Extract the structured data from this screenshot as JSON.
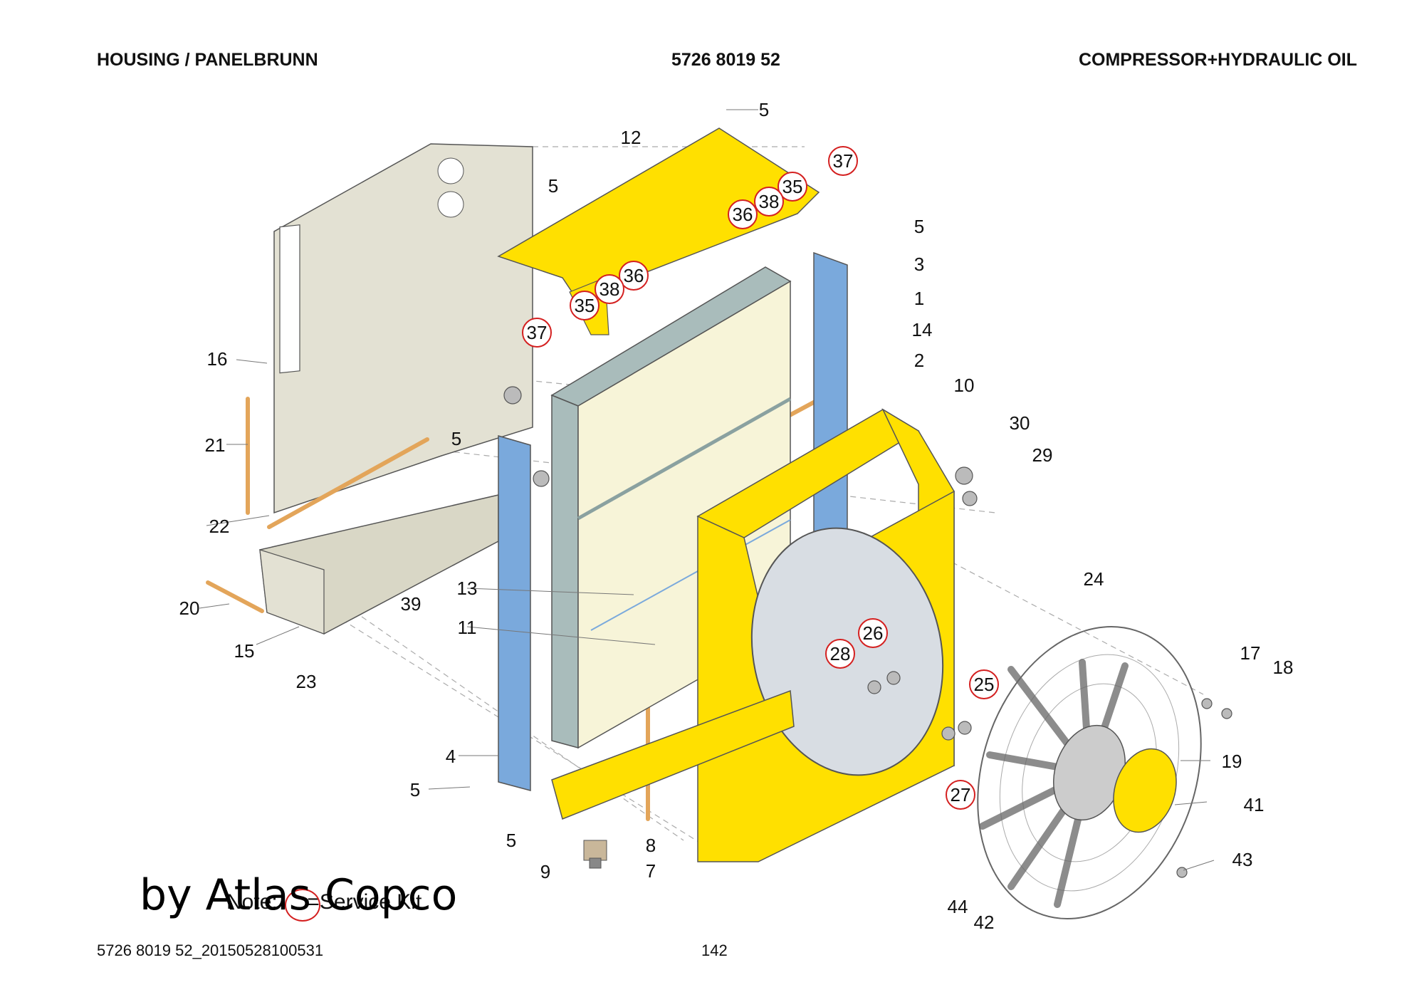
{
  "header": {
    "left": "HOUSING / PANELBRUNN",
    "center": "5726 8019 52",
    "right": "COMPRESSOR+HYDRAULIC OIL"
  },
  "footer": {
    "doc_ref": "5726 8019 52_20150528100531",
    "page_number": "142"
  },
  "note": {
    "text": "Note:     =Service Kit",
    "watermark": "by Atlas Copco"
  },
  "callouts": {
    "c5_top": "5",
    "c12": "12",
    "c37_top": "37",
    "c35_top": "35",
    "c38_top": "38",
    "c36_top": "36",
    "c5_a": "5",
    "c5_b": "5",
    "c3": "3",
    "c1": "1",
    "c14": "14",
    "c2": "2",
    "c36_mid": "36",
    "c38_mid": "38",
    "c35_mid": "35",
    "c37_mid": "37",
    "c16": "16",
    "c21": "21",
    "c5_c": "5",
    "c22": "22",
    "c20": "20",
    "c39": "39",
    "c13": "13",
    "c11": "11",
    "c15": "15",
    "c23": "23",
    "c4": "4",
    "c5_d": "5",
    "c5_e": "5",
    "c9": "9",
    "c7": "7",
    "c8": "8",
    "c10": "10",
    "c30": "30",
    "c29": "29",
    "c24": "24",
    "c26": "26",
    "c28": "28",
    "c25": "25",
    "c27": "27",
    "c17": "17",
    "c18": "18",
    "c19": "19",
    "c41": "41",
    "c43": "43",
    "c44": "44",
    "c42": "42"
  },
  "colors": {
    "housing_yellow": "#ffe000",
    "panel_grey": "#e3e1d3",
    "bracket_blue": "#7aa9dc",
    "cooler_grey": "#a9bcbb",
    "core_cream": "#f7f4d8",
    "seal_orange": "#e3a55a",
    "service_kit_red": "#d42020"
  }
}
